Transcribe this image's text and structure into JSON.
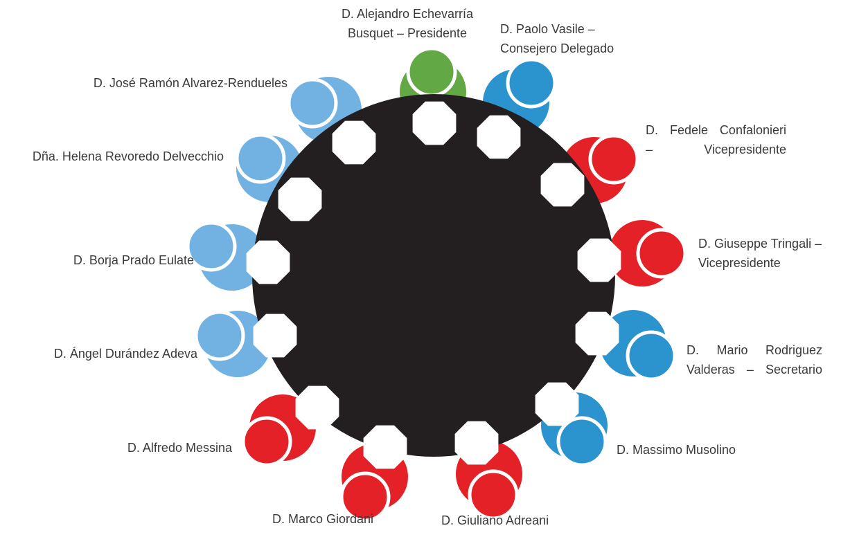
{
  "colors": {
    "table": "#231f20",
    "seat": "#ffffff",
    "green": "#62a845",
    "dark_blue": "#2b93cd",
    "light_blue": "#72b2e2",
    "red": "#e42127"
  },
  "members": [
    {
      "id": "echevarria",
      "lines": [
        "D. Alejandro Echevarría",
        "Busquet – Presidente"
      ],
      "color": "green"
    },
    {
      "id": "vasile",
      "lines": [
        "D. Paolo Vasile –",
        "Consejero Delegado"
      ],
      "color": "dark_blue"
    },
    {
      "id": "confalonieri",
      "lines": [
        "D.  Fedele  Confalonieri",
        "– Vicepresidente"
      ],
      "color": "red"
    },
    {
      "id": "tringali",
      "lines": [
        "D. Giuseppe Tringali –",
        "Vicepresidente"
      ],
      "color": "red"
    },
    {
      "id": "rodriguez",
      "lines": [
        "D.   Mario   Rodriguez",
        "Valderas – Secretario"
      ],
      "color": "dark_blue"
    },
    {
      "id": "musolino",
      "lines": [
        "D. Massimo Musolino"
      ],
      "color": "dark_blue"
    },
    {
      "id": "adreani",
      "lines": [
        "D. Giuliano Adreani"
      ],
      "color": "red"
    },
    {
      "id": "giordani",
      "lines": [
        "D. Marco Giordani"
      ],
      "color": "red"
    },
    {
      "id": "messina",
      "lines": [
        "D. Alfredo Messina"
      ],
      "color": "red"
    },
    {
      "id": "durandez",
      "lines": [
        "D. Ángel Durández Adeva"
      ],
      "color": "light_blue"
    },
    {
      "id": "prado",
      "lines": [
        "D. Borja Prado Eulate"
      ],
      "color": "light_blue"
    },
    {
      "id": "revoredo",
      "lines": [
        "Dña. Helena Revoredo Delvecchio"
      ],
      "color": "light_blue"
    },
    {
      "id": "alvarez",
      "lines": [
        "D. José Ramón Alvarez-Rendueles"
      ],
      "color": "light_blue"
    }
  ]
}
